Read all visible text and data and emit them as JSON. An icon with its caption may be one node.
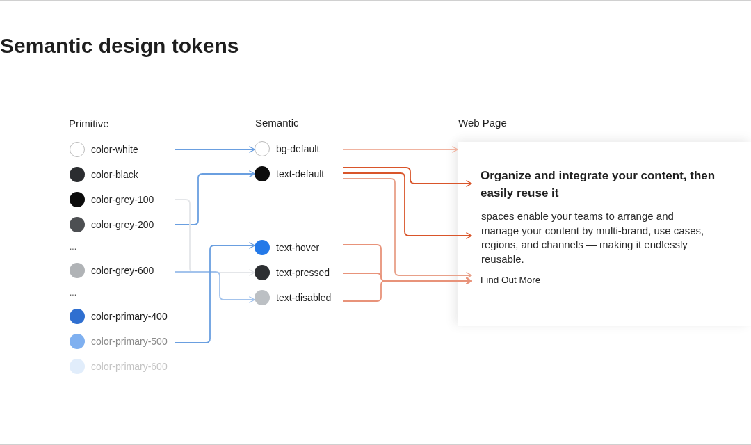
{
  "diagram": {
    "title": "Semantic design tokens",
    "nodes": [
      {
        "text": [
          "color-white"
        ]
      },
      {
        "text": [
          "color-black"
        ]
      },
      {
        "text": [
          "color-grey-100"
        ]
      },
      {
        "text": [
          "color-grey-200"
        ]
      },
      {
        "text": [
          "color-grey-600"
        ]
      },
      {
        "text": [
          "color-primary-400"
        ]
      },
      {
        "text": [
          "color-primary-500"
        ]
      },
      {
        "text": [
          "color-primary-600"
        ]
      },
      {
        "text": [
          "bg-default"
        ]
      },
      {
        "text": [
          "text-default"
        ]
      },
      {
        "text": [
          "text-hover"
        ]
      },
      {
        "text": [
          "text-pressed"
        ]
      },
      {
        "text": [
          "text-disabled"
        ]
      },
      {
        "text": [],
        "shape": "box"
      },
      {
        "text": [
          "Organize and integrate your content, then easily reuse it"
        ],
        "in": 13
      },
      {
        "text": [
          "spaces enable your teams to arrange and manage your content by multi-brand, use cases, regions, and channels — making it endlessly reusable."
        ],
        "in": 13
      },
      {
        "text": [
          "Find Out More"
        ],
        "in": 13
      }
    ],
    "edges": [
      {
        "from": 0,
        "to": 8,
        "arrow": "to"
      },
      {
        "from": 3,
        "to": 9,
        "arrow": "to"
      },
      {
        "from": 2,
        "to": 11,
        "arrow": "to",
        "color": "#e4e6e9"
      },
      {
        "from": 4,
        "to": 12,
        "arrow": "to",
        "color": "#a3c3ec"
      },
      {
        "from": 6,
        "to": 10,
        "arrow": "to"
      },
      {
        "from": 8,
        "to": 13,
        "arrow": "to",
        "color": "#f0b3a0"
      },
      {
        "from": 9,
        "to": 14,
        "arrow": "to",
        "color": "#d9552a"
      },
      {
        "from": 9,
        "to": 15,
        "arrow": "to",
        "color": "#d9552a"
      },
      {
        "from": 9,
        "to": 16,
        "arrow": "to",
        "color": "#e8a089"
      },
      {
        "from": 10,
        "to": 16,
        "arrow": "to",
        "color": "#e8937a"
      },
      {
        "from": 11,
        "to": 16,
        "arrow": "to",
        "color": "#e8937a"
      },
      {
        "from": 12,
        "to": 16,
        "arrow": "to",
        "color": "#e8937a"
      }
    ],
    "labels": [
      "Primitive",
      "Semantic",
      "Web Page",
      "...",
      "..."
    ]
  }
}
